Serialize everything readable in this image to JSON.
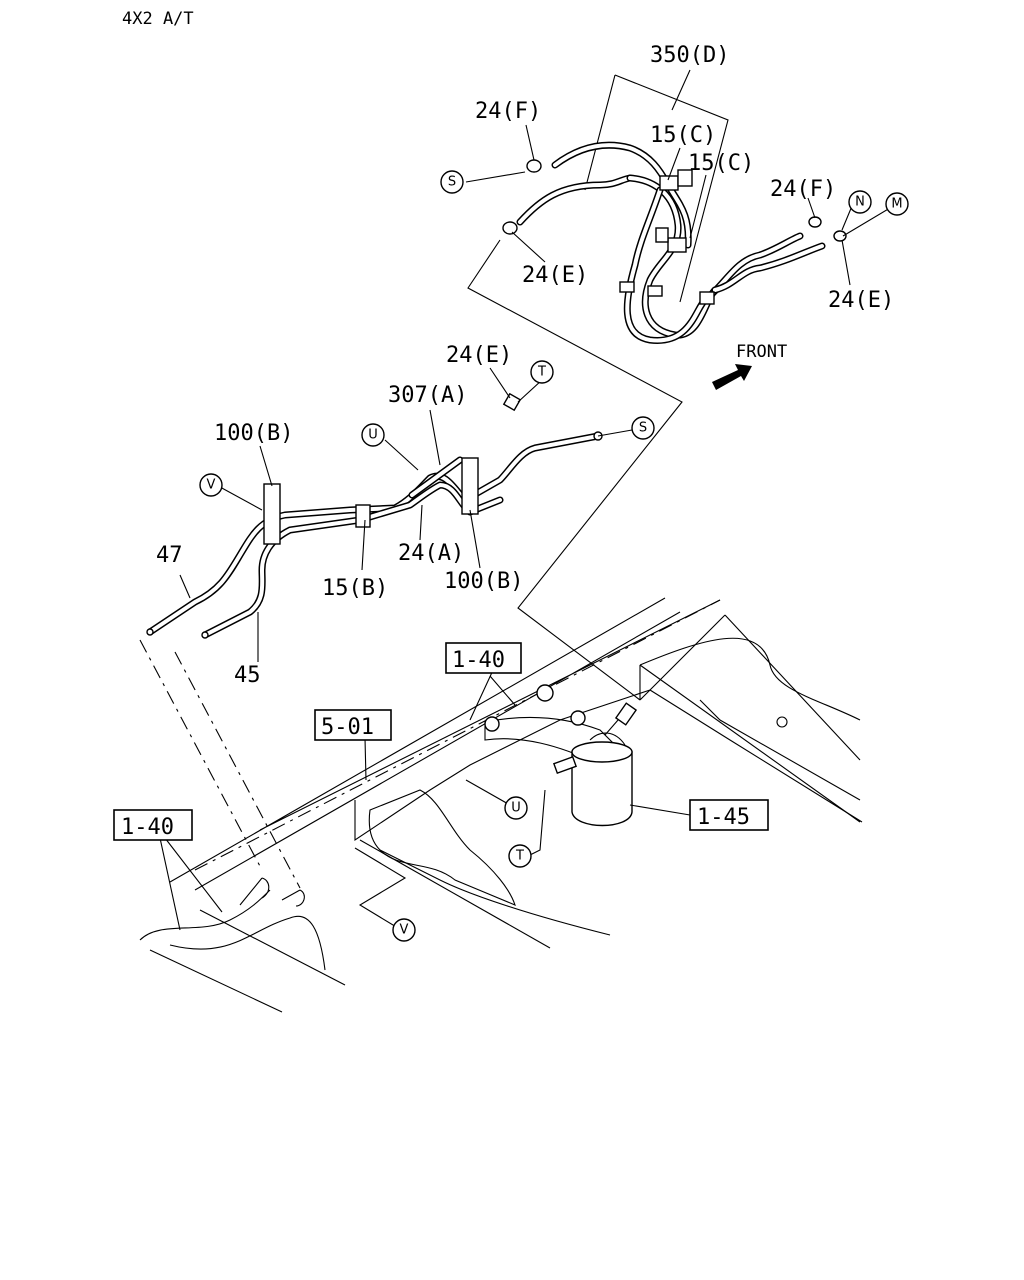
{
  "header": {
    "variant": "4X2 A/T"
  },
  "labels": {
    "l350D": "350(D)",
    "l24F_top": "24(F)",
    "l15C_a": "15(C)",
    "l15C_b": "15(C)",
    "l24F_right": "24(F)",
    "l24E_top": "24(E)",
    "l24E_right": "24(E)",
    "l24E_mid": "24(E)",
    "l307A": "307(A)",
    "l100B_left": "100(B)",
    "l24A": "24(A)",
    "l100B_right": "100(B)",
    "l15B": "15(B)",
    "l47": "47",
    "l45": "45",
    "front": "FRONT"
  },
  "ref_boxes": {
    "r140_mid": "1-40",
    "r501": "5-01",
    "r145": "1-45",
    "r140_left": "1-40"
  },
  "connectors": {
    "S_top": "S",
    "N": "N",
    "M": "M",
    "T_mid": "T",
    "U_mid": "U",
    "S_mid": "S",
    "V_mid": "V",
    "U_low": "U",
    "T_low": "T",
    "V_low": "V"
  }
}
